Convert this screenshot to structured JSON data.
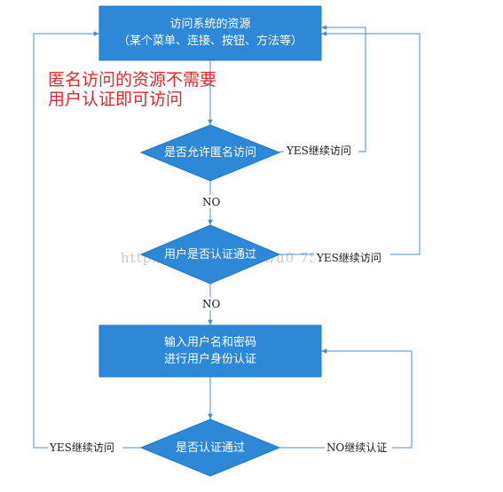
{
  "nodes": {
    "resource": {
      "line1": "访问系统的资源",
      "line2": "（某个菜单、连接、按钮、方法等）"
    },
    "allow_anon": "是否允许匿名访问",
    "is_authed": "用户是否认证通过",
    "login": {
      "line1": "输入用户名和密码",
      "line2": "进行用户身份认证"
    },
    "auth_ok": "是否认证通过"
  },
  "edges": {
    "anon_yes": "YES继续访问",
    "anon_no": "NO",
    "authed_yes": "YES继续访问",
    "authed_no": "NO",
    "auth_ok_yes": "YES继续访问",
    "auth_ok_no": "NO继续认证"
  },
  "note": {
    "line1": "匿名访问的资源不需要",
    "line2": "用户认证即可访问"
  },
  "watermark": "http://blog.csdn.net/u0   753",
  "colors": {
    "shape_fill": "#2d89d8",
    "line": "#4a8fcf",
    "note": "#e0282e"
  }
}
